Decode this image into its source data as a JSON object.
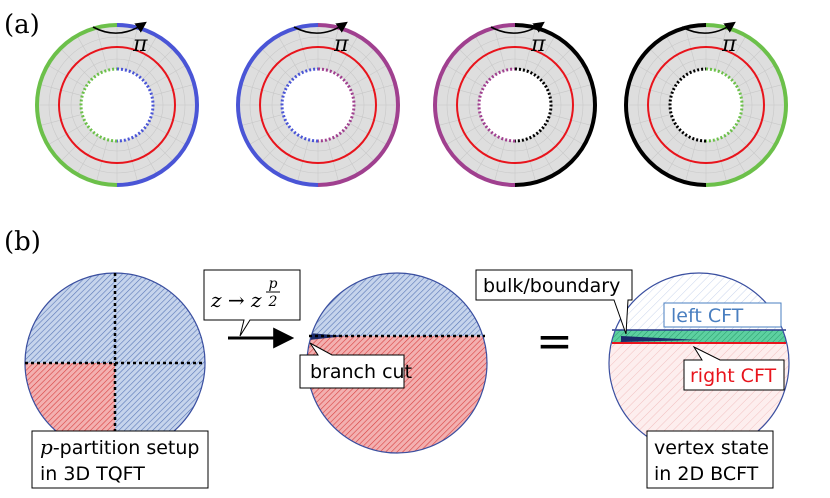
{
  "panel_a": {
    "label": "(a)",
    "arrow_label": "π",
    "colors": {
      "green": "#6cc04a",
      "blue": "#4a55d6",
      "purple": "#a0408f",
      "black": "#000000",
      "red": "#e8141c",
      "disk_gray": "#dedede"
    },
    "disks": [
      {
        "left": "green",
        "right": "blue"
      },
      {
        "left": "blue",
        "right": "purple"
      },
      {
        "left": "purple",
        "right": "black"
      },
      {
        "left": "black",
        "right": "green"
      }
    ]
  },
  "panel_b": {
    "label": "(b)",
    "map_prefix": "z → z",
    "map_exponent_num": "p",
    "map_exponent_den": "2",
    "bulk_boundary": "bulk/boundary",
    "branch_cut": "branch cut",
    "equals": "=",
    "left_cft": "left CFT",
    "right_cft": "right CFT",
    "setup_var": "p",
    "setup_line1": "-partition setup",
    "setup_line2": "in 3D TQFT",
    "vertex_line1": "vertex state",
    "vertex_line2": "in 2D BCFT",
    "colors": {
      "blue_fill": "#b8c8e6",
      "red_fill": "#ef9a9a",
      "outline": "#3a4fa0",
      "left_cft_text": "#4a7fc0",
      "right_cft_text": "#e8141c",
      "strip_green": "#48c48e"
    }
  }
}
